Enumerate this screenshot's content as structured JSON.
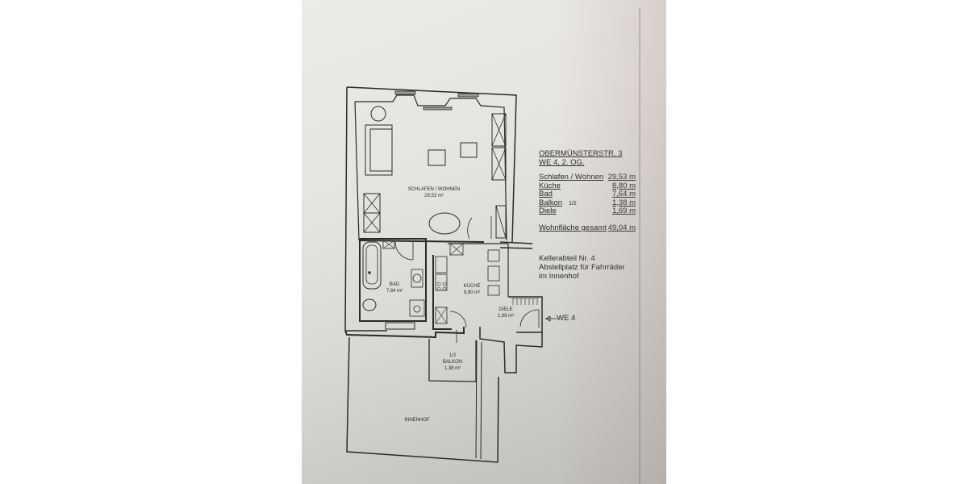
{
  "document": {
    "type": "floor-plan-photo",
    "address": "OBERMÜNSTERSTR. 3",
    "unit": "WE 4,  2. OG.",
    "areas": [
      {
        "room": "Schlafen / Wohnen",
        "note": "",
        "value": "29,53 m"
      },
      {
        "room": "Küche",
        "note": "",
        "value": "8,80 m"
      },
      {
        "room": "Bad",
        "note": "",
        "value": "7,64 m"
      },
      {
        "room": "Balkon",
        "note": "1/2",
        "value": "1,38 m"
      },
      {
        "room": "Diele",
        "note": "",
        "value": "1,69 m"
      }
    ],
    "total": {
      "label": "Wohnfläche gesamt",
      "value": "49,04 m"
    },
    "notes": [
      "Kellerabteil  Nr. 4",
      "Abstellplatz für Fahrräder",
      "im Innenhof"
    ],
    "entrance": {
      "label": "WE 4"
    }
  },
  "rooms": {
    "schlafen": {
      "name": "SCHLAFEN / WOHNEN",
      "area": "29,53 m²"
    },
    "bad": {
      "name": "BAD",
      "area": "7,64 m²"
    },
    "kueche": {
      "name": "KÜCHE",
      "area": "8,80 m²"
    },
    "diele": {
      "name": "DIELE",
      "area": "1,69 m²"
    },
    "balkon": {
      "fraction": "1/2",
      "name": "BALKON",
      "area": "1,38 m²"
    },
    "innenhof": {
      "name": "INNENHOF"
    }
  },
  "colors": {
    "ink": "#2a2a2a",
    "paper": "#e8e7e4",
    "background": "#ffffff"
  }
}
